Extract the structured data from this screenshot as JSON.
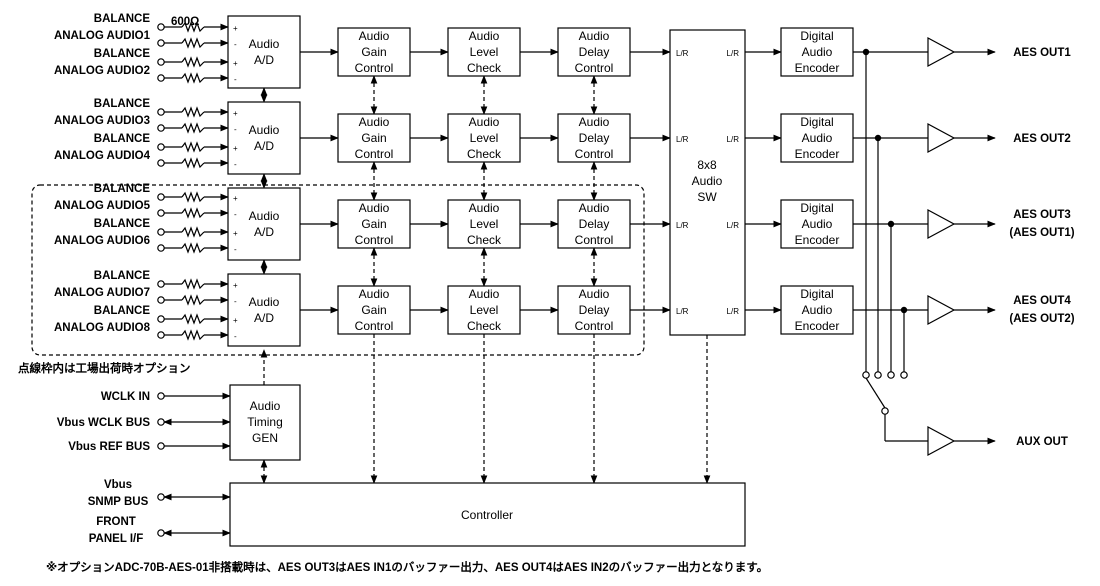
{
  "resistor_value": "600Ω",
  "balance_label": "BALANCE",
  "analog_inputs": [
    "ANALOG AUDIO1",
    "ANALOG AUDIO2",
    "ANALOG AUDIO3",
    "ANALOG AUDIO4",
    "ANALOG AUDIO5",
    "ANALOG AUDIO6",
    "ANALOG AUDIO7",
    "ANALOG AUDIO8"
  ],
  "ad_block": [
    "Audio",
    "A/D"
  ],
  "gain_block": [
    "Audio",
    "Gain",
    "Control"
  ],
  "level_block": [
    "Audio",
    "Level",
    "Check"
  ],
  "delay_block": [
    "Audio",
    "Delay",
    "Control"
  ],
  "switch_block": [
    "8x8",
    "Audio",
    "SW"
  ],
  "switch_port_label": "L/R",
  "encoder_block": [
    "Digital",
    "Audio",
    "Encoder"
  ],
  "outputs": [
    {
      "line1": "AES OUT1",
      "line2": ""
    },
    {
      "line1": "AES OUT2",
      "line2": ""
    },
    {
      "line1": "AES OUT3",
      "line2": "(AES OUT1)"
    },
    {
      "line1": "AES OUT4",
      "line2": "(AES OUT2)"
    }
  ],
  "aux_out": "AUX OUT",
  "option_note": "点線枠内は工場出荷時オプション",
  "timing_inputs": [
    "WCLK IN",
    "Vbus WCLK BUS",
    "Vbus REF BUS"
  ],
  "timing_block": [
    "Audio",
    "Timing",
    "GEN"
  ],
  "snmp_label": [
    "Vbus",
    "SNMP BUS"
  ],
  "front_label": [
    "FRONT",
    "PANEL I/F"
  ],
  "controller_label": "Controller",
  "footnote": "※オプションADC-70B-AES-01非搭載時は、AES OUT3はAES IN1のバッファー出力、AES OUT4はAES IN2のバッファー出力となります。"
}
